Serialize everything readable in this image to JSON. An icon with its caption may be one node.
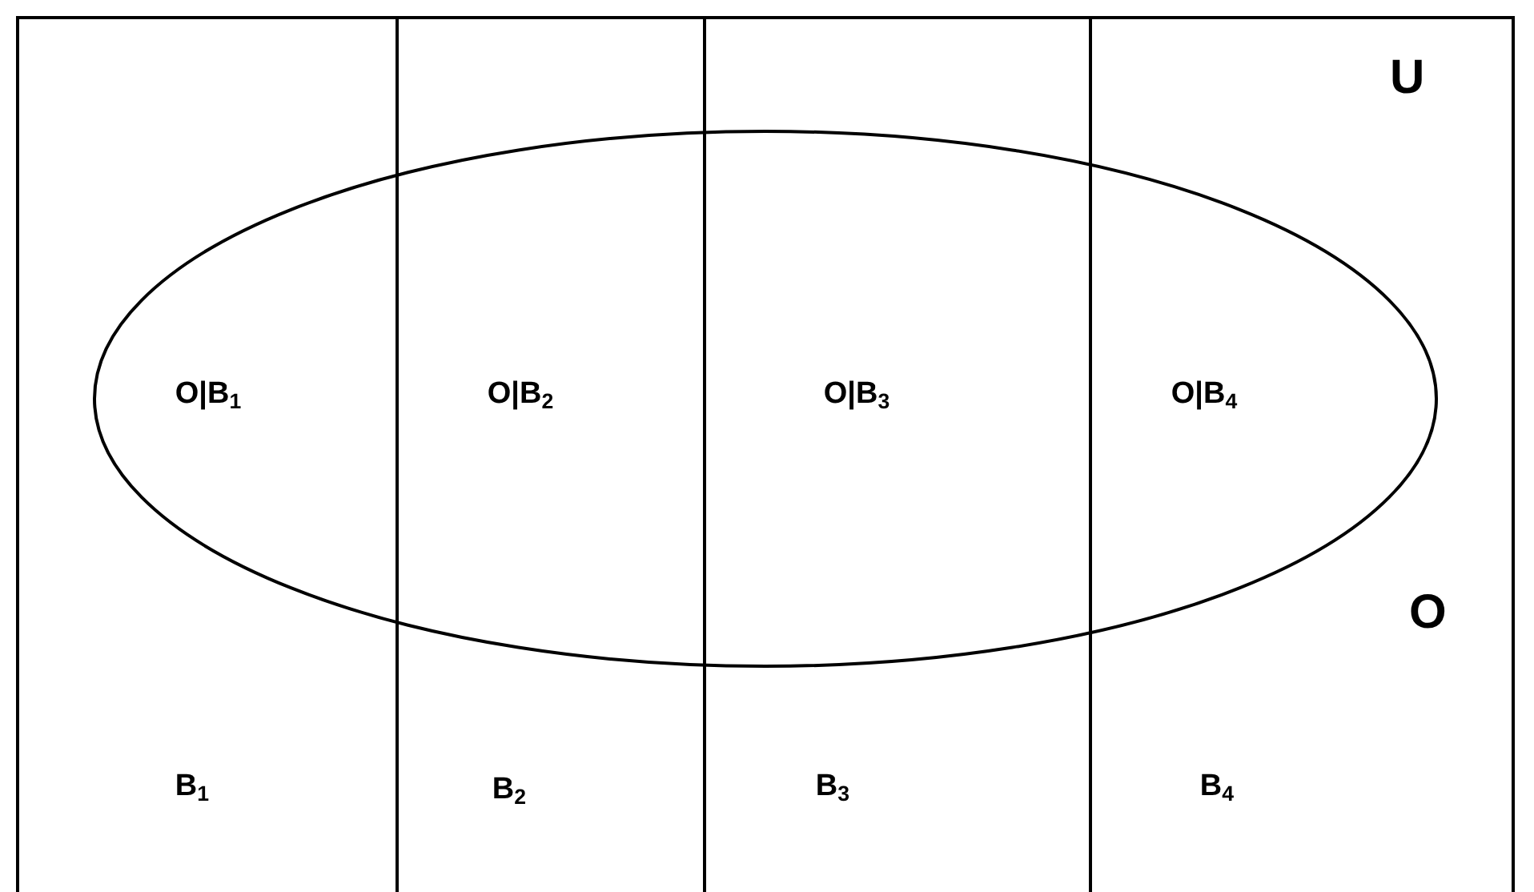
{
  "diagram": {
    "nodes": [
      {
        "text": [
          "U"
        ]
      },
      {
        "text": [
          "O"
        ],
        "in": 0
      }
    ],
    "edges": [],
    "labels": [
      "O|B$_{1}$",
      "O|B$_{2}$",
      "O|B$_{3}$",
      "O|B$_{4}$",
      "B$_{1}$",
      "B$_{2}$",
      "B$_{3}$",
      "B$_{4}$"
    ]
  }
}
